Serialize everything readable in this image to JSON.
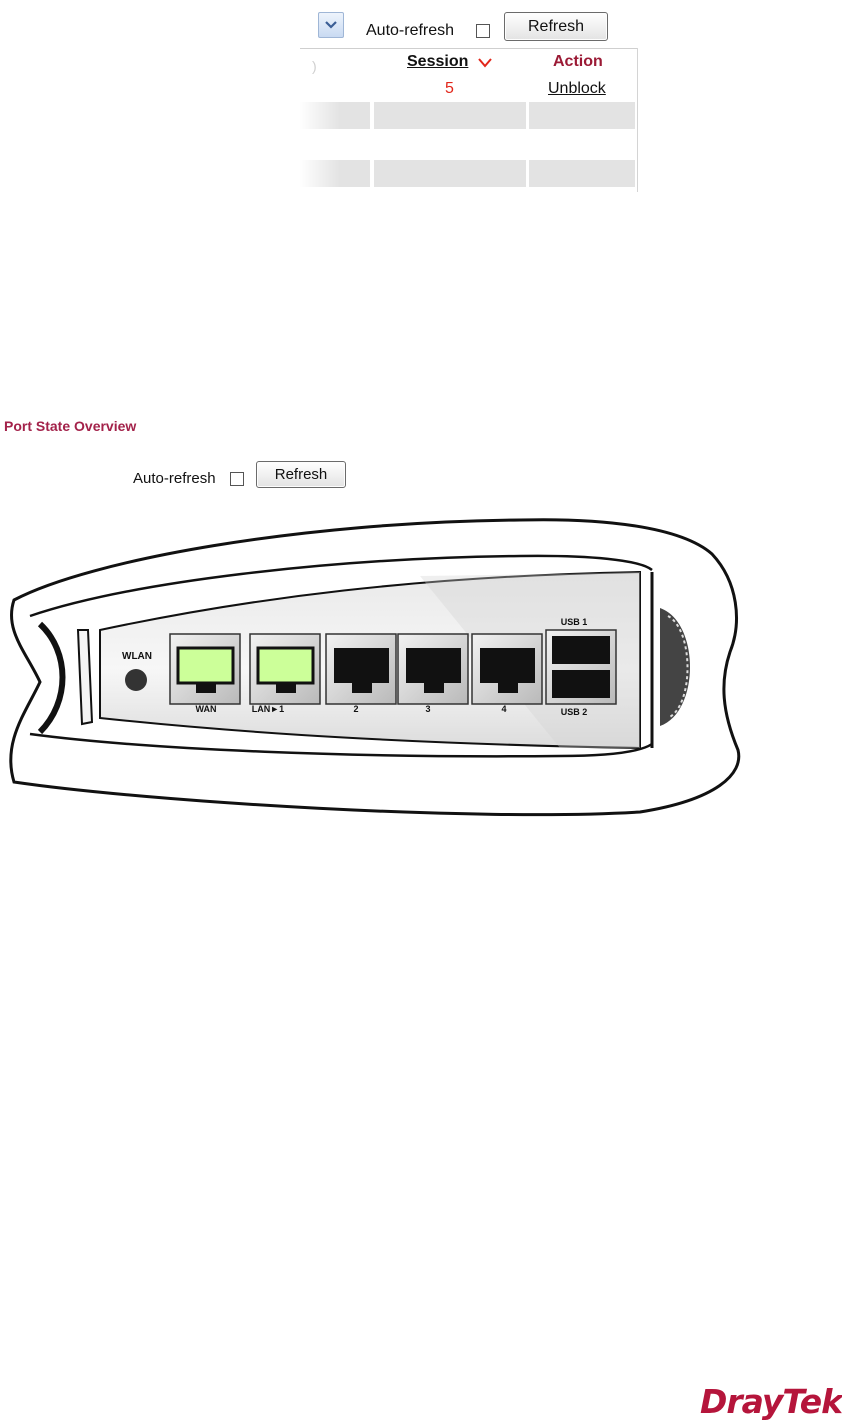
{
  "session_panel": {
    "auto_refresh_label": "Auto-refresh",
    "auto_refresh_checked": false,
    "refresh_button": "Refresh",
    "columns": {
      "session": "Session",
      "action": "Action"
    },
    "row": {
      "session": "5",
      "action": "Unblock"
    }
  },
  "port_state": {
    "title": "Port State Overview",
    "auto_refresh_label": "Auto-refresh",
    "auto_refresh_checked": false,
    "refresh_button": "Refresh",
    "device": {
      "wlan_label": "WLAN",
      "ports": [
        {
          "label": "WAN",
          "active": true
        },
        {
          "label": "LAN►1",
          "active": true
        },
        {
          "label": "2",
          "active": false
        },
        {
          "label": "3",
          "active": false
        },
        {
          "label": "4",
          "active": false
        }
      ],
      "usb": [
        "USB 1",
        "USB 2"
      ]
    }
  },
  "logo": "DrayTek",
  "colors": {
    "active_port": "#ccff99",
    "inactive_port": "#111111",
    "title": "#a3224a",
    "session_value": "#e2261a"
  }
}
